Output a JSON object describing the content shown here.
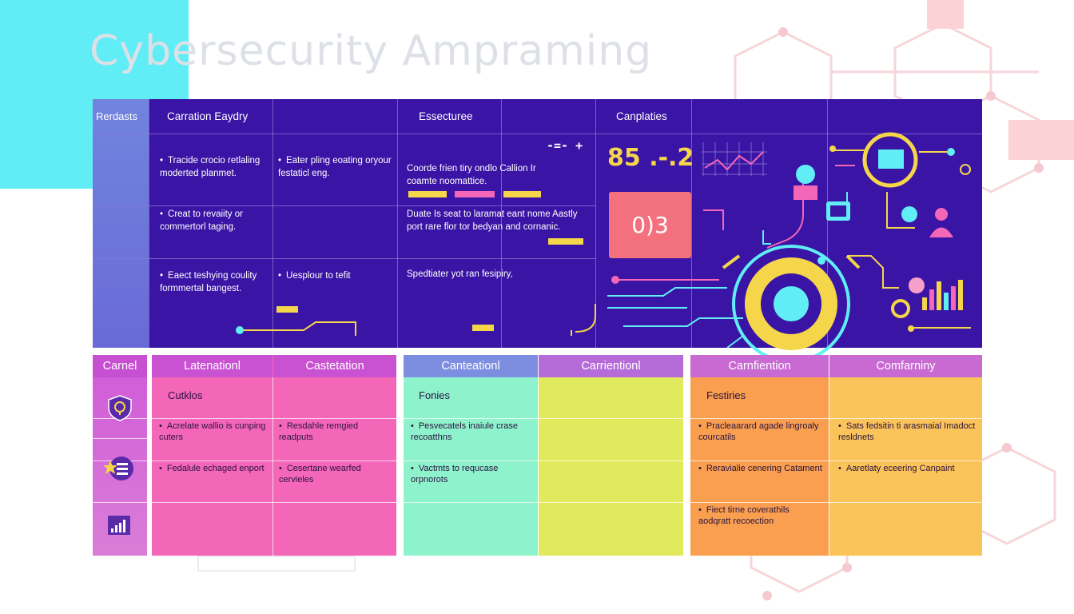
{
  "title": "Cybersecurity Ampraming",
  "top_panel": {
    "headers": [
      "Rerdasts",
      "Carration Eaydry",
      "Essecturee",
      "Canplaties"
    ],
    "cells": {
      "c1": [
        "Tracide crocio retlaling moderted planmet.",
        "Creat to revaiity or commertorl taging.",
        "Eaect teshying coulity formmertal bangest."
      ],
      "c2": [
        "Eater pling eoating oryour festaticl eng.",
        "Uesplour to tefit"
      ],
      "c3": [
        "Coorde frien tiry ondlo Callion Ir coamte noomattice.",
        "Duate Is seat to laramat eant nome Aastly port rare flor tor bedyan and cornanic.",
        "Spedtiater yot ran fesipiry,"
      ]
    },
    "big_number": "85 .-.2",
    "code_mark": "-=- +",
    "pink_value": "0)3"
  },
  "bottom": {
    "side_header": "Carnel",
    "columns": [
      {
        "header": "Latenationl"
      },
      {
        "header": "Castetation"
      },
      {
        "header": "Canteationl"
      },
      {
        "header": "Carrientionl"
      },
      {
        "header": "Carnfiention"
      },
      {
        "header": "Comfarniny"
      }
    ],
    "sections": [
      {
        "title": "Cutklos",
        "items_left": [
          "Acrelate wallio is cunping cuters",
          "Fedalule echaged enport"
        ],
        "items_right": [
          "Resdahle remgied readputs",
          "Cesertane wearfed cervieles"
        ]
      },
      {
        "title": "Fonies",
        "items_left": [
          "Pesvecatels inaiule crase recoatthns",
          "Vactmts to requcase orpnorots"
        ],
        "items_right": []
      },
      {
        "title": "Festiries",
        "items_left": [
          "Pracleaarard agade lingroaly courcatils",
          "Reravialie cenering Catament",
          "Fiect tirne coverathils aodqratt recoection"
        ],
        "items_right": [
          "Sats fedsitin ti arasmaial Imadoct resldnets",
          "Aaretlaty eceering Canpaint"
        ]
      }
    ]
  },
  "colors": {
    "panel_bg": "#3a14a4",
    "pink": "#f467b8",
    "mint": "#8ef3cc",
    "yellow": "#e1ea5c",
    "orange": "#f99f4f",
    "lightorange": "#fbc45a",
    "accent_yellow": "#f5d64a",
    "cyan": "#61edf6"
  }
}
